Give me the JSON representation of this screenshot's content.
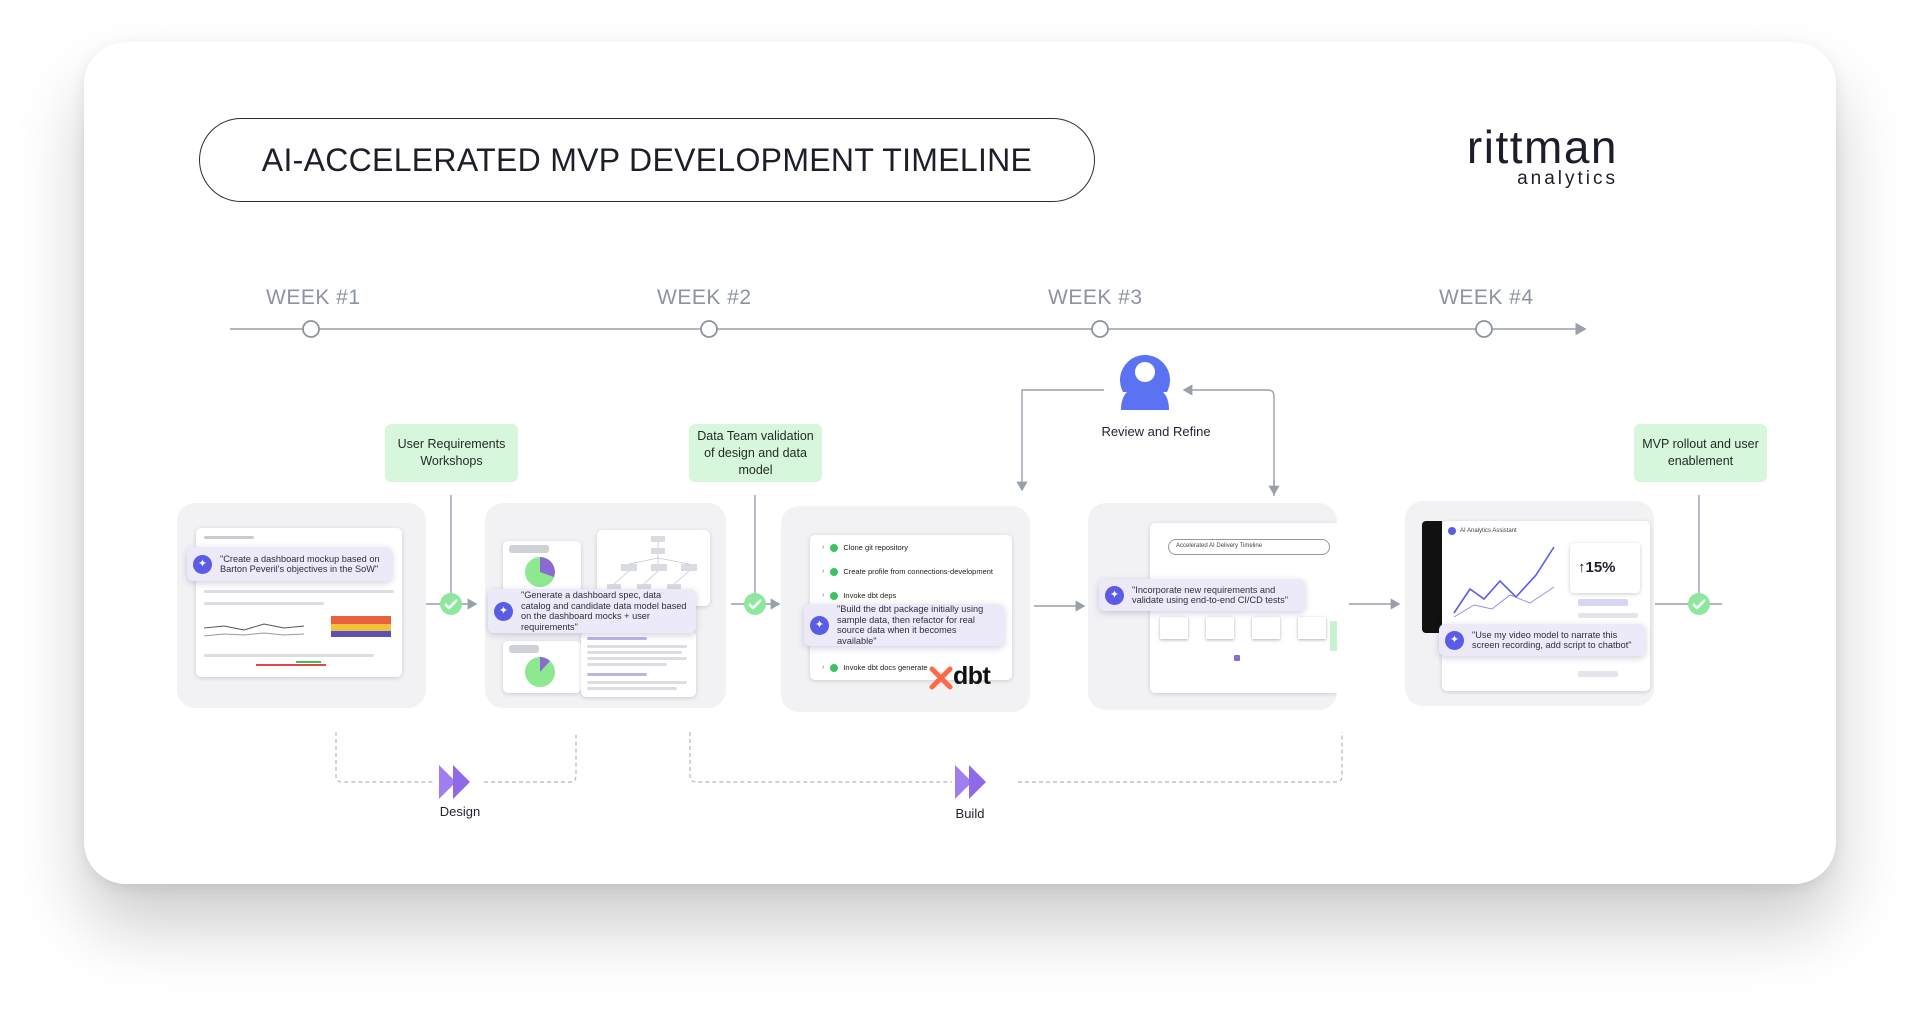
{
  "title": "AI-ACCELERATED MVP DEVELOPMENT TIMELINE",
  "logo": {
    "main": "rittman",
    "sub": "analytics"
  },
  "weeks": [
    "WEEK #1",
    "WEEK #2",
    "WEEK #3",
    "WEEK #4"
  ],
  "milestones": {
    "workshops": "User Requirements Workshops",
    "validation": "Data Team validation of design and data model",
    "rollout": "MVP rollout and user enablement"
  },
  "review_label": "Review and Refine",
  "phases": {
    "design": "Design",
    "build": "Build"
  },
  "prompts": {
    "p1": "\"Create a dashboard mockup based on Barton Peveril's objectives in the SoW\"",
    "p2": "\"Generate a dashboard spec, data catalog and candidate data model based on the dashboard mocks + user requirements\"",
    "p3": "\"Build the dbt package initially using sample data, then refactor for real source data when it becomes available\"",
    "p4": "\"Incorporate new requirements and validate using end-to-end CI/CD tests\"",
    "p5": "\"Use my video model to narrate this screen recording, add script to chatbot\""
  },
  "tasks": [
    "Clone git repository",
    "Create profile from connections-development",
    "Invoke dbt deps",
    "Invoke dbt docs generate"
  ],
  "dbt_logo": "dbt",
  "assistant": {
    "title": "AI Analytics Assistant",
    "metric": "↑15%"
  },
  "delivery_title": "Accelerated AI Delivery Timeline",
  "colors": {
    "accent": "#5a5be6",
    "milestone_bg": "#d7f7dd",
    "check": "#3cc160",
    "phase_arrow": "#a07ef0",
    "axis": "#9aa0aa"
  },
  "icons": [
    "check-icon",
    "person-icon",
    "sparkle-icon",
    "double-chevron-icon",
    "arrow-icon"
  ]
}
